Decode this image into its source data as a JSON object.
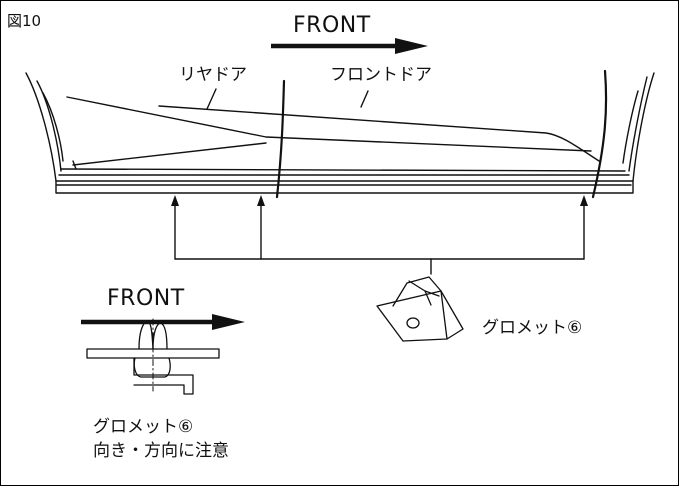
{
  "figure_number": "図10",
  "direction_label_top": "FRONT",
  "direction_label_detail": "FRONT",
  "callouts": {
    "rear_door": "リヤドア",
    "front_door": "フロントドア",
    "grommet": "グロメット⑥"
  },
  "detail_note": {
    "line1": "グロメット⑥",
    "line2": "向き・方向に注意"
  }
}
